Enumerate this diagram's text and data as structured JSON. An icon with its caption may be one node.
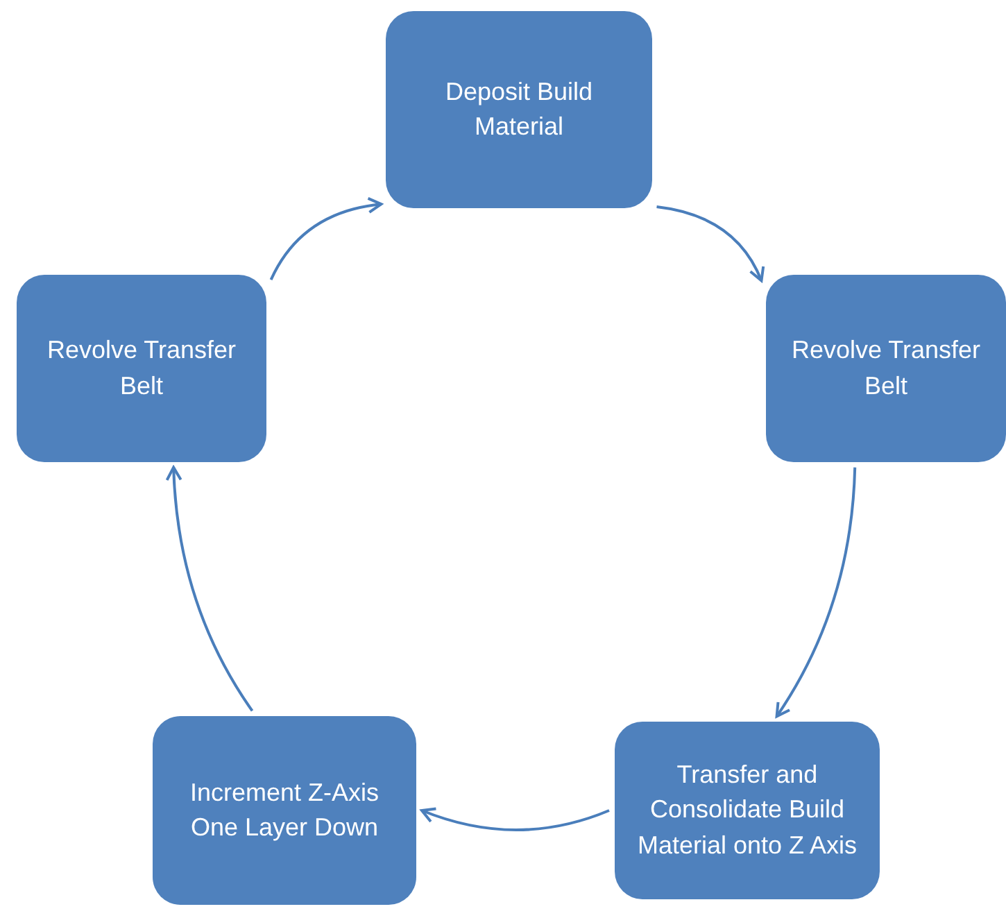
{
  "diagram": {
    "nodes": [
      {
        "text": [
          "Deposit Build Material"
        ]
      },
      {
        "text": [
          "Revolve Transfer Belt"
        ]
      },
      {
        "text": [
          "Transfer and Consolidate Build Material onto Z Axis"
        ]
      },
      {
        "text": [
          "Increment Z-Axis One Layer Down"
        ]
      },
      {
        "text": [
          "Revolve Transfer Belt"
        ]
      }
    ],
    "edges": [
      {
        "from": 0,
        "to": 1,
        "arrow": "to"
      },
      {
        "from": 1,
        "to": 2,
        "arrow": "to"
      },
      {
        "from": 2,
        "to": 3,
        "arrow": "to"
      },
      {
        "from": 3,
        "to": 4,
        "arrow": "to"
      },
      {
        "from": 4,
        "to": 0,
        "arrow": "to"
      }
    ]
  }
}
